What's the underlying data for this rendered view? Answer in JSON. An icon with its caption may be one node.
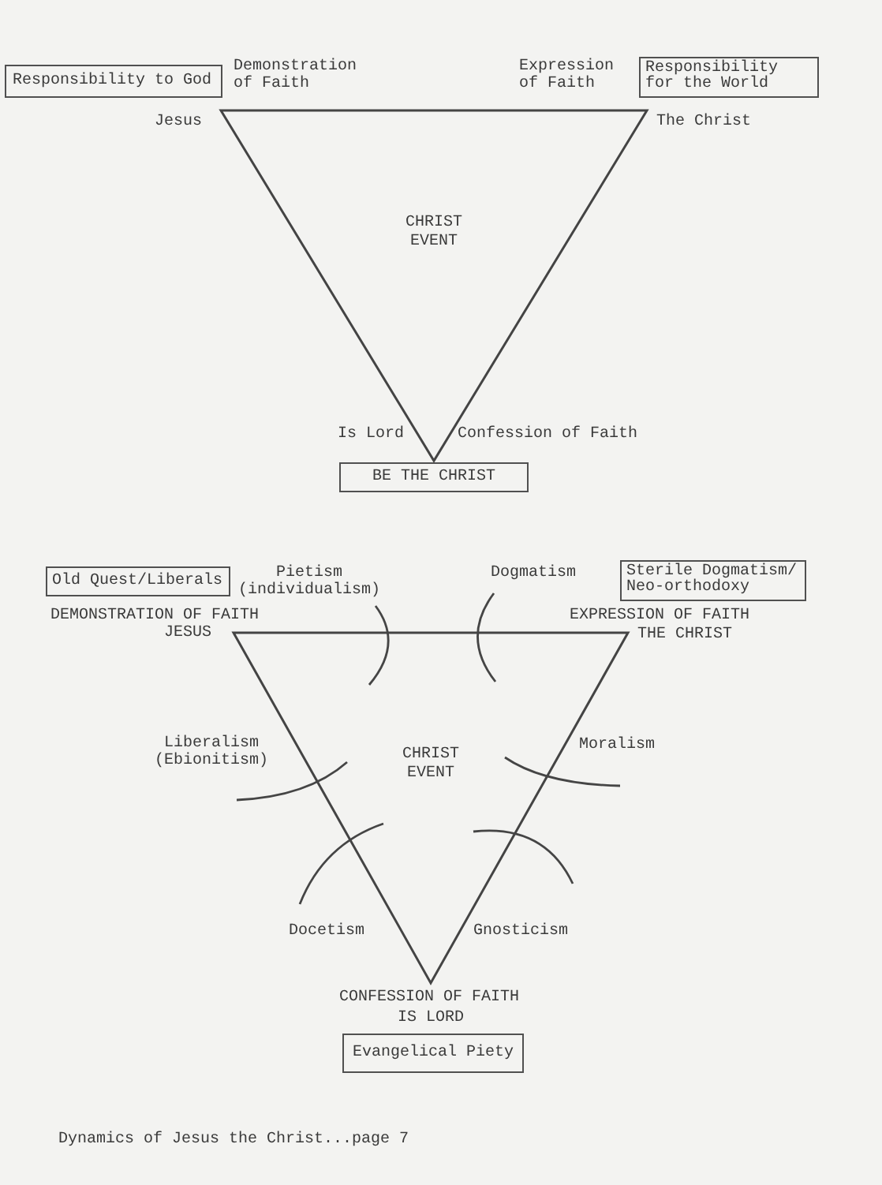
{
  "diagram": {
    "nodes": [
      {
        "text": [
          "Responsibility to God"
        ]
      },
      {
        "text": [
          "Responsibility for the World"
        ]
      },
      {
        "text": [
          "CHRIST EVENT"
        ]
      },
      {
        "text": [
          "BE THE CHRIST"
        ]
      },
      {
        "text": [
          "Old Quest/Liberals"
        ]
      },
      {
        "text": [
          "Sterile Dogmatism/ Neo-orthodoxy"
        ]
      },
      {
        "text": [
          "CHRIST EVENT"
        ]
      },
      {
        "text": [
          "Evangelical Piety"
        ]
      }
    ],
    "labels": [
      "Demonstration of Faith",
      "Expression of Faith",
      "Jesus",
      "The Christ",
      "Is Lord",
      "Confession of Faith",
      "Pietism (individualism)",
      "Dogmatism",
      "DEMONSTRATION OF FAITH",
      "EXPRESSION OF FAITH",
      "JESUS",
      "THE CHRIST",
      "Liberalism (Ebionitism)",
      "Moralism",
      "Docetism",
      "Gnosticism",
      "CONFESSION OF FAITH",
      "IS LORD",
      "Dynamics of Jesus the Christ...page 7"
    ]
  }
}
